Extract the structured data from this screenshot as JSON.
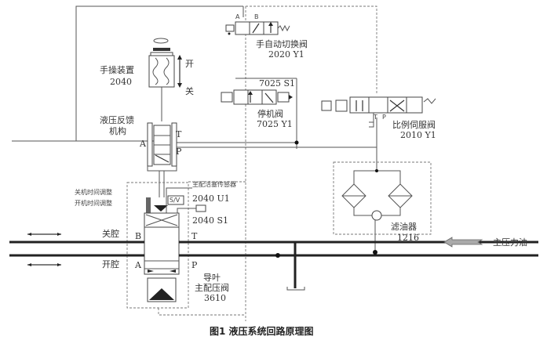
{
  "figure": {
    "caption": "图1   液压系统回路原理图"
  },
  "components": {
    "manual_switch_valve": {
      "name": "手自动切换阀",
      "code": "2020 Y1",
      "port_a": "A",
      "port_b": "B"
    },
    "manual_device": {
      "name": "手操装置",
      "code": "2040",
      "open": "开",
      "close": "关"
    },
    "stop_valve": {
      "name": "停机阀",
      "code": "7025 Y1",
      "solenoid": "7025 S1"
    },
    "proportional_servo_valve": {
      "name": "比例伺服阀",
      "code": "2010 Y1",
      "port_t": "T",
      "port_p": "P"
    },
    "feedback_mechanism": {
      "name_line1": "液压反馈",
      "name_line2": "机构",
      "port_a": "A",
      "port_t": "T",
      "port_p": "P"
    },
    "timing_adjust": {
      "close_time": "关机时间调整",
      "open_time": "开机时间调整"
    },
    "piston_sensor": {
      "name": "主配活塞传感器",
      "code": "2040 U1",
      "sv_label": "S/V"
    },
    "sensor_switch": {
      "code": "2040 S1"
    },
    "main_valve": {
      "name_line1": "导叶",
      "name_line2": "主配压阀",
      "code": "3610",
      "port_b": "B",
      "port_a": "A",
      "port_t": "T",
      "port_p": "P"
    },
    "filter": {
      "name": "滤油器",
      "code": "1216"
    },
    "lines": {
      "close_chamber": "关腔",
      "open_chamber": "开腔",
      "main_pressure_oil": "主压力油"
    }
  }
}
